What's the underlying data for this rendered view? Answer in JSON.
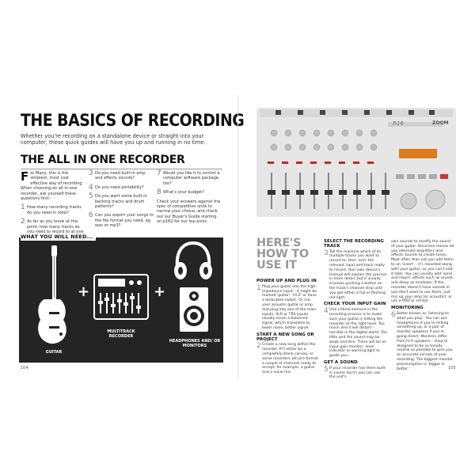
{
  "left": {
    "title": "THE BASICS OF RECORDING",
    "intro": "Whether you're recording on a standalone device or straight into your computer, these quick guides will have you up and running in no time.",
    "section_title": "THE ALL IN ONE RECORDER",
    "questions": [
      {
        "num": "",
        "dropcap": "F",
        "text": "or Many, this is the simplest, most cost effective way of recording. When choosing an all-in-one recorder, ask yourself these questions first:"
      },
      {
        "num": "1",
        "text": "How many recording tracks do you need in total?"
      },
      {
        "num": "2",
        "text": "As far as you know at this point, how many tracks do you need to record to at one time?"
      },
      {
        "num": "3",
        "text": "Do you need built-in amp and effects sounds?"
      },
      {
        "num": "4",
        "text": "Do you need portability?"
      },
      {
        "num": "5",
        "text": "Do you want some built-in backing tracks and drum patterns?"
      },
      {
        "num": "6",
        "text": "Can you export your songs to the file format you need, eg wav or mp3?"
      },
      {
        "num": "7",
        "text": "Would you like it to control a computer software package, too?"
      },
      {
        "num": "8",
        "text": "What's your budget?"
      },
      {
        "num": "",
        "text": "Check your answers against the spec of competitive units to narrow your choice, and check out our Buyer's Guide starting on p182 for our top picks."
      }
    ],
    "need_label": "WHAT YOU WILL NEED...",
    "items": {
      "guitar": "GUITAR",
      "recorder": "MULTITRACK RECORDER",
      "headphones": "HEADPHONES AND/ OR MONITORS"
    },
    "plus": "+",
    "page_number": "104"
  },
  "right": {
    "device_brand": "R16",
    "device_logo": "ZOOM",
    "how_title": "HERE'S HOW TO USE IT",
    "steps_col1": [
      {
        "heading": "POWER UP AND PLUG IN",
        "num": "1",
        "text": "Plug your guitar into the high-impedance input – it might be marked 'guitar', 'Hi-Z' or have a dedicated switch. Or mic your acoustic guitar or amp and plug into one of the main inputs. XLR or TRS inputs usually mean a balanced signal, which translates to lower noise, better signal."
      },
      {
        "heading": "START A NEW SONG OR PROJECT",
        "num": "2",
        "text": "Create a new song within the recorder. It'll either be a completely blank canvas, or some recorders will pre-format a couple of channels ready to accept, for example, a guitar and a vocal mic."
      }
    ],
    "steps_col2": [
      {
        "heading": "SELECT THE RECORDING TRACK",
        "num": "3",
        "text": "Tell the machine which of its multiple tracks you want to record to, then 'arm' the relevant input and track ready to record. Your own device's manual will explain the process in more detail, but it usually involves pushing a button on the track's channel strip until you get either a full or flashing red light."
      },
      {
        "heading": "CHECK YOUR INPUT GAIN",
        "num": "4",
        "text": "One critical element in the recording process is to make sure your guitar is hitting the recorder at the right level. Too much and it will distort – horrible in the digital world. Too little and the sound may be weak and thin. There will be an input gain monitor, level indicator or warning light to guide you."
      },
      {
        "heading": "GET A SOUND",
        "num": "5",
        "text": "If your recorder has them built-in (some don't) you can use the unit's"
      }
    ],
    "steps_col3": [
      {
        "heading": "",
        "num": "",
        "text": "own sounds to modify the sound of your guitar. Onscreen menus let you alternate amplifiers and effects sounds to create tones. Most often than not you add them to an 'insert' – it's recorded along with your guitar, so you can't edit it later. You can usually add 'send and return' effects such as reverb and delay as mixdown. If the recorder doesn't have sounds or you don't want to use them, just mic up your amp (or acoustic), or use a POD or similar."
      },
      {
        "heading": "MONITORING",
        "num": "6",
        "text": "Better known as 'listening to what you play'. You can use headphones if you're miking something up, or a pair of monitor speakers if you're going direct. Monitors differ from hi-fi speakers – they're designed to be as tonally neutral as possible to give you an accurate version of your recording. The biggest monitor preconception is 'bigger is better'."
      }
    ],
    "page_number": "105"
  }
}
